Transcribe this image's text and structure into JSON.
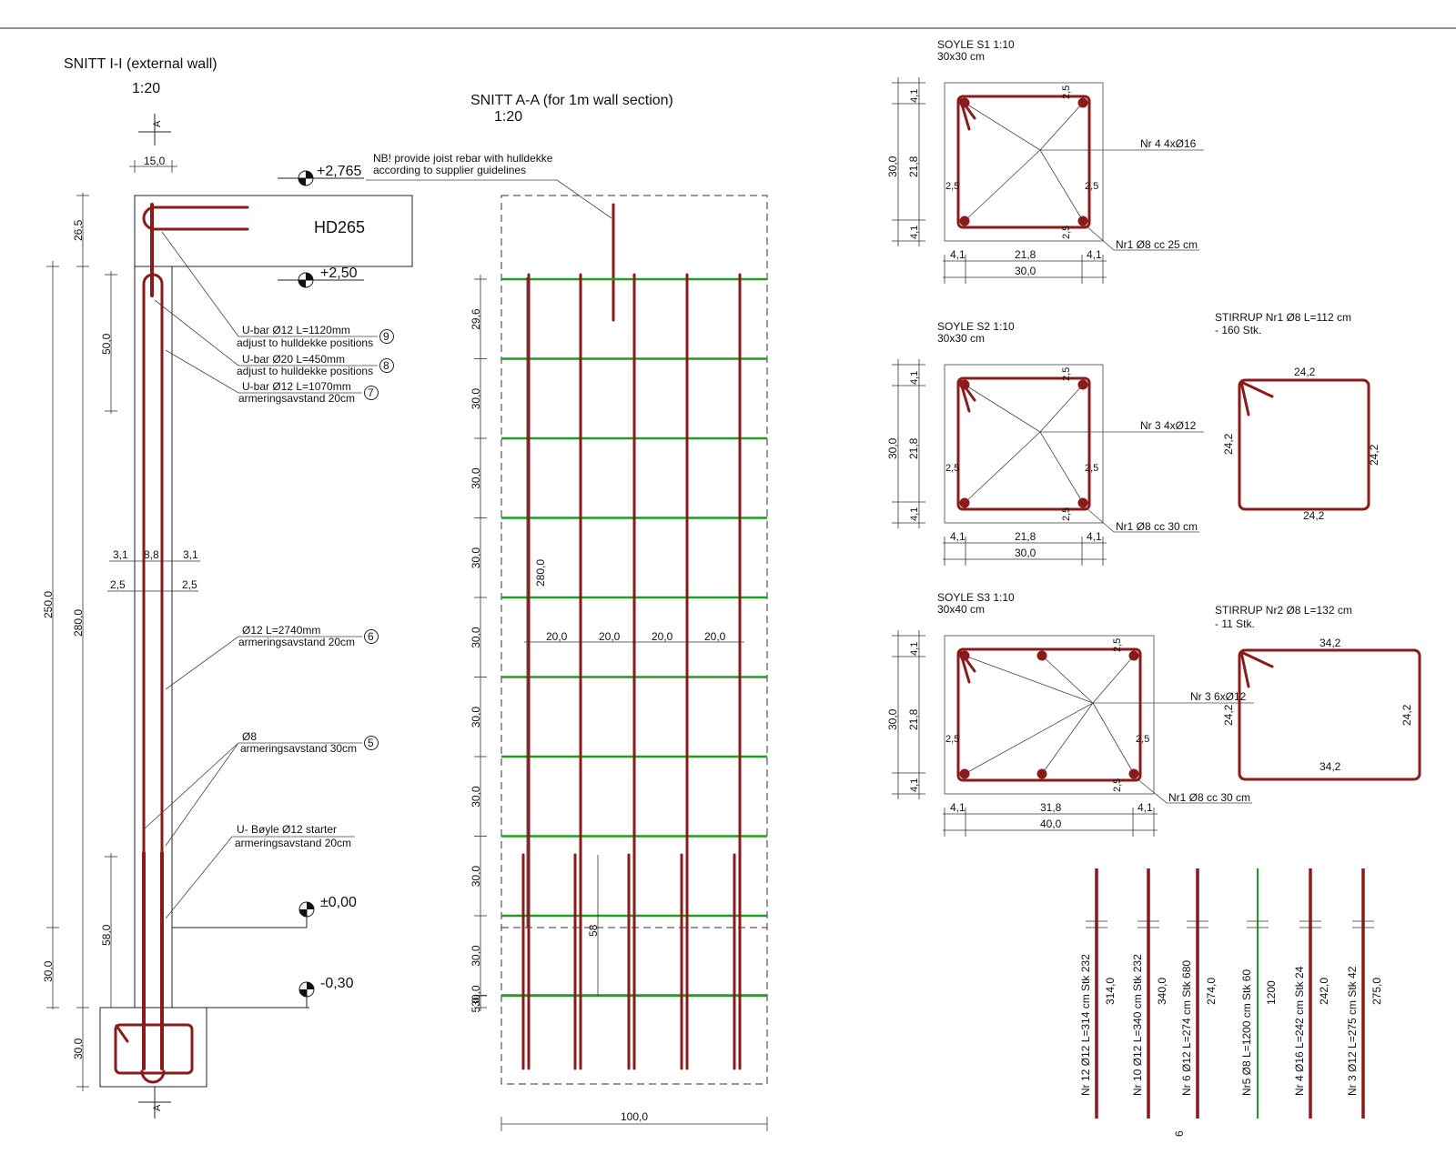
{
  "sheet_number": "6",
  "snitt_i": {
    "title": "SNITT I-I (external wall)",
    "scale": "1:20",
    "section_mark": "A",
    "slab_label": "HD265",
    "levels": [
      "+2,765",
      "+2,50",
      "±0,00",
      "-0,30"
    ],
    "dims": {
      "top_width": "15,0",
      "left_vertical": [
        "26,5",
        "250,0",
        "30,0"
      ],
      "inner_vertical": [
        "280,0",
        "30,0"
      ],
      "lap_top": "50,0",
      "lap_bottom": "58,0",
      "cover_row1": [
        "3,1",
        "8,8",
        "3,1"
      ],
      "cover_row2": [
        "2,5",
        "2,5"
      ]
    },
    "callouts": [
      {
        "num": "9",
        "line1": "U-bar Ø12 L=1120mm",
        "line2": "adjust to hulldekke positions"
      },
      {
        "num": "8",
        "line1": "U-bar Ø20 L=450mm",
        "line2": "adjust to hulldekke positions"
      },
      {
        "num": "7",
        "line1": "U-bar Ø12 L=1070mm",
        "line2": "armeringsavstand 20cm"
      },
      {
        "num": "6",
        "line1": "Ø12 L=2740mm",
        "line2": "armeringsavstand 20cm"
      },
      {
        "num": "5",
        "line1": "Ø8",
        "line2": "armeringsavstand 30cm"
      },
      {
        "num": "",
        "line1": "U- Bøyle Ø12 starter",
        "line2": "armeringsavstand 20cm"
      }
    ]
  },
  "snitt_a": {
    "title": "SNITT A-A (for 1m wall section)",
    "scale": "1:20",
    "note_line1": "NB! provide joist rebar with hulldekke",
    "note_line2": "according to supplier guidelines",
    "vertical_spacing": [
      "29,6",
      "30,0",
      "30,0",
      "30,0",
      "30,0",
      "30,0",
      "30,0",
      "30,0",
      "30,0",
      "30,0",
      "5,0"
    ],
    "bar_length": "280,0",
    "lap": "58",
    "horizontal_spacing": [
      "20,0",
      "20,0",
      "20,0",
      "20,0"
    ],
    "width": "100,0"
  },
  "columns": [
    {
      "title": "SOYLE S1  1:10",
      "size": "30x30 cm",
      "main_bar": "Nr 4  4xØ16",
      "stirrup": "Nr1 Ø8 cc 25 cm",
      "dim_h": "30,0",
      "dim_h_inner": "21,8",
      "cover": "4,1",
      "edge": "2,5",
      "bottom": [
        "4,1",
        "21,8",
        "4,1"
      ],
      "bottom_total": "30,0"
    },
    {
      "title": "SOYLE S2   1:10",
      "size": "30x30 cm",
      "main_bar": "Nr 3  4xØ12",
      "stirrup": "Nr1 Ø8 cc 30 cm",
      "dim_h": "30,0",
      "dim_h_inner": "21,8",
      "cover": "4,1",
      "edge": "2,5",
      "bottom": [
        "4,1",
        "21,8",
        "4,1"
      ],
      "bottom_total": "30,0"
    },
    {
      "title": "SOYLE S3   1:10",
      "size": "30x40 cm",
      "main_bar": "Nr 3  6xØ12",
      "stirrup": "Nr1 Ø8 cc 30 cm",
      "dim_h": "30,0",
      "dim_h_inner": "21,8",
      "cover": "4,1",
      "edge": "2,5",
      "bottom": [
        "4,1",
        "31,8",
        "4,1"
      ],
      "bottom_total": "40,0"
    }
  ],
  "stirrups": [
    {
      "title": "STIRRUP Nr1  Ø8 L=112 cm",
      "qty": "- 160 Stk.",
      "top": "24,2",
      "bottom": "24,2",
      "left": "24,2",
      "right": "24,2"
    },
    {
      "title": "STIRRUP Nr2  Ø8 L=132 cm",
      "qty": "- 11 Stk.",
      "top": "34,2",
      "bottom": "34,2",
      "left": "24,2",
      "right": "24,2"
    }
  ],
  "bar_schedule": [
    {
      "label": "Nr 12   Ø12  L=314 cm Stk  232",
      "length": "314,0",
      "color": "#8b1a1a"
    },
    {
      "label": "Nr 10  Ø12  L=340 cm Stk  232",
      "length": "340,0",
      "color": "#8b1a1a"
    },
    {
      "label": "Nr 6   Ø12  L=274 cm Stk  680",
      "length": "274,0",
      "color": "#8b1a1a"
    },
    {
      "label": "Nr5 Ø8  L=1200 cm Stk  60",
      "length": "1200",
      "color": "#1f9e1f"
    },
    {
      "label": "Nr 4   Ø16  L=242 cm Stk  24",
      "length": "242,0",
      "color": "#8b1a1a"
    },
    {
      "label": "Nr 3   Ø12  L=275 cm Stk  42",
      "length": "275,0",
      "color": "#8b1a1a"
    }
  ]
}
